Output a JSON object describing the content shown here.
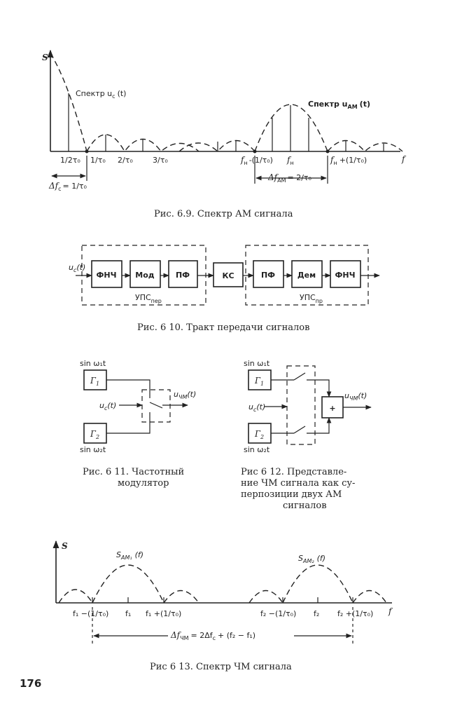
{
  "page_number": "176",
  "fig69": {
    "caption": "Рис. 6.9. Спектр АМ сигнала",
    "y_label": "S",
    "x_label": "f",
    "spectrum_c": "Спектр u",
    "spectrum_c_sub": "с",
    "spectrum_c_arg": "(t)",
    "spectrum_am": "Спектр u",
    "spectrum_am_sub": "АМ",
    "spectrum_am_arg": "(t)",
    "ticks": [
      "1/2τ₀",
      "1/τ₀",
      "2/τ₀",
      "3/τ₀",
      "f",
      "н",
      "-(1/τ₀)",
      "f",
      "н",
      "f",
      "н",
      "+(1/τ₀)"
    ],
    "delta_c": "Δf",
    "delta_c_sub": "с",
    "delta_c_val": "= 1/τ₀",
    "delta_am": "Δf",
    "delta_am_sub": "АМ",
    "delta_am_val": "= 2/τ₀"
  },
  "fig610": {
    "caption": "Рис. 6 10. Тракт передачи сигналов",
    "input": "u",
    "input_sub": "с",
    "input_arg": "(t)",
    "blocks_tx": [
      "ФНЧ",
      "Мод",
      "ПФ"
    ],
    "channel": "КС",
    "blocks_rx": [
      "ПФ",
      "Дем",
      "ФНЧ"
    ],
    "tx_label": "УПС",
    "tx_sub": "пер",
    "rx_label": "УПС",
    "rx_sub": "пр"
  },
  "fig611": {
    "sin1": "sin ω₁t",
    "sin2": "sin ω₂t",
    "g1": "Г",
    "g1_sub": "1",
    "g2": "Г",
    "g2_sub": "2",
    "input": "u",
    "input_sub": "с",
    "input_arg": "(t)",
    "output": "u",
    "output_sub": "ЧМ",
    "output_arg": "(t)",
    "caption_lines": [
      "Рис.   6 11.   Частотный",
      "модулятор"
    ]
  },
  "fig612": {
    "sin1": "sin ω₁t",
    "sin2": "sin ω₂t",
    "g1": "Г",
    "g1_sub": "1",
    "g2": "Г",
    "g2_sub": "2",
    "adder": "+",
    "input": "u",
    "input_sub": "с",
    "input_arg": "(t)",
    "output": "u",
    "output_sub": "ЧМ",
    "output_arg": "(t)",
    "caption_lines": [
      "Рис  6 12.  Представле-",
      "ние ЧМ сигнала как су-",
      "перпозиции   двух   АМ",
      "сигналов"
    ]
  },
  "fig613": {
    "caption": "Рис  6 13. Спектр ЧМ сигнала",
    "y_label": "S",
    "x_label": "f",
    "sam1": "S",
    "sam1_sub": "АМ₁",
    "sam1_arg": "(f)",
    "sam2": "S",
    "sam2_sub": "АМ₂",
    "sam2_arg": "(f)",
    "ticks": [
      "f₁ −(1/τ₀)",
      "f₁",
      "f₁ +(1/τ₀)",
      "f₂ −(1/τ₀)",
      "f₂",
      "f₂ +(1/τ₀)"
    ],
    "delta": "Δf",
    "delta_sub": "ЧМ",
    "delta_val": "= 2Δf",
    "delta_val_sub": "с",
    "delta_val_tail": "+ (f₂ − f₁)"
  }
}
